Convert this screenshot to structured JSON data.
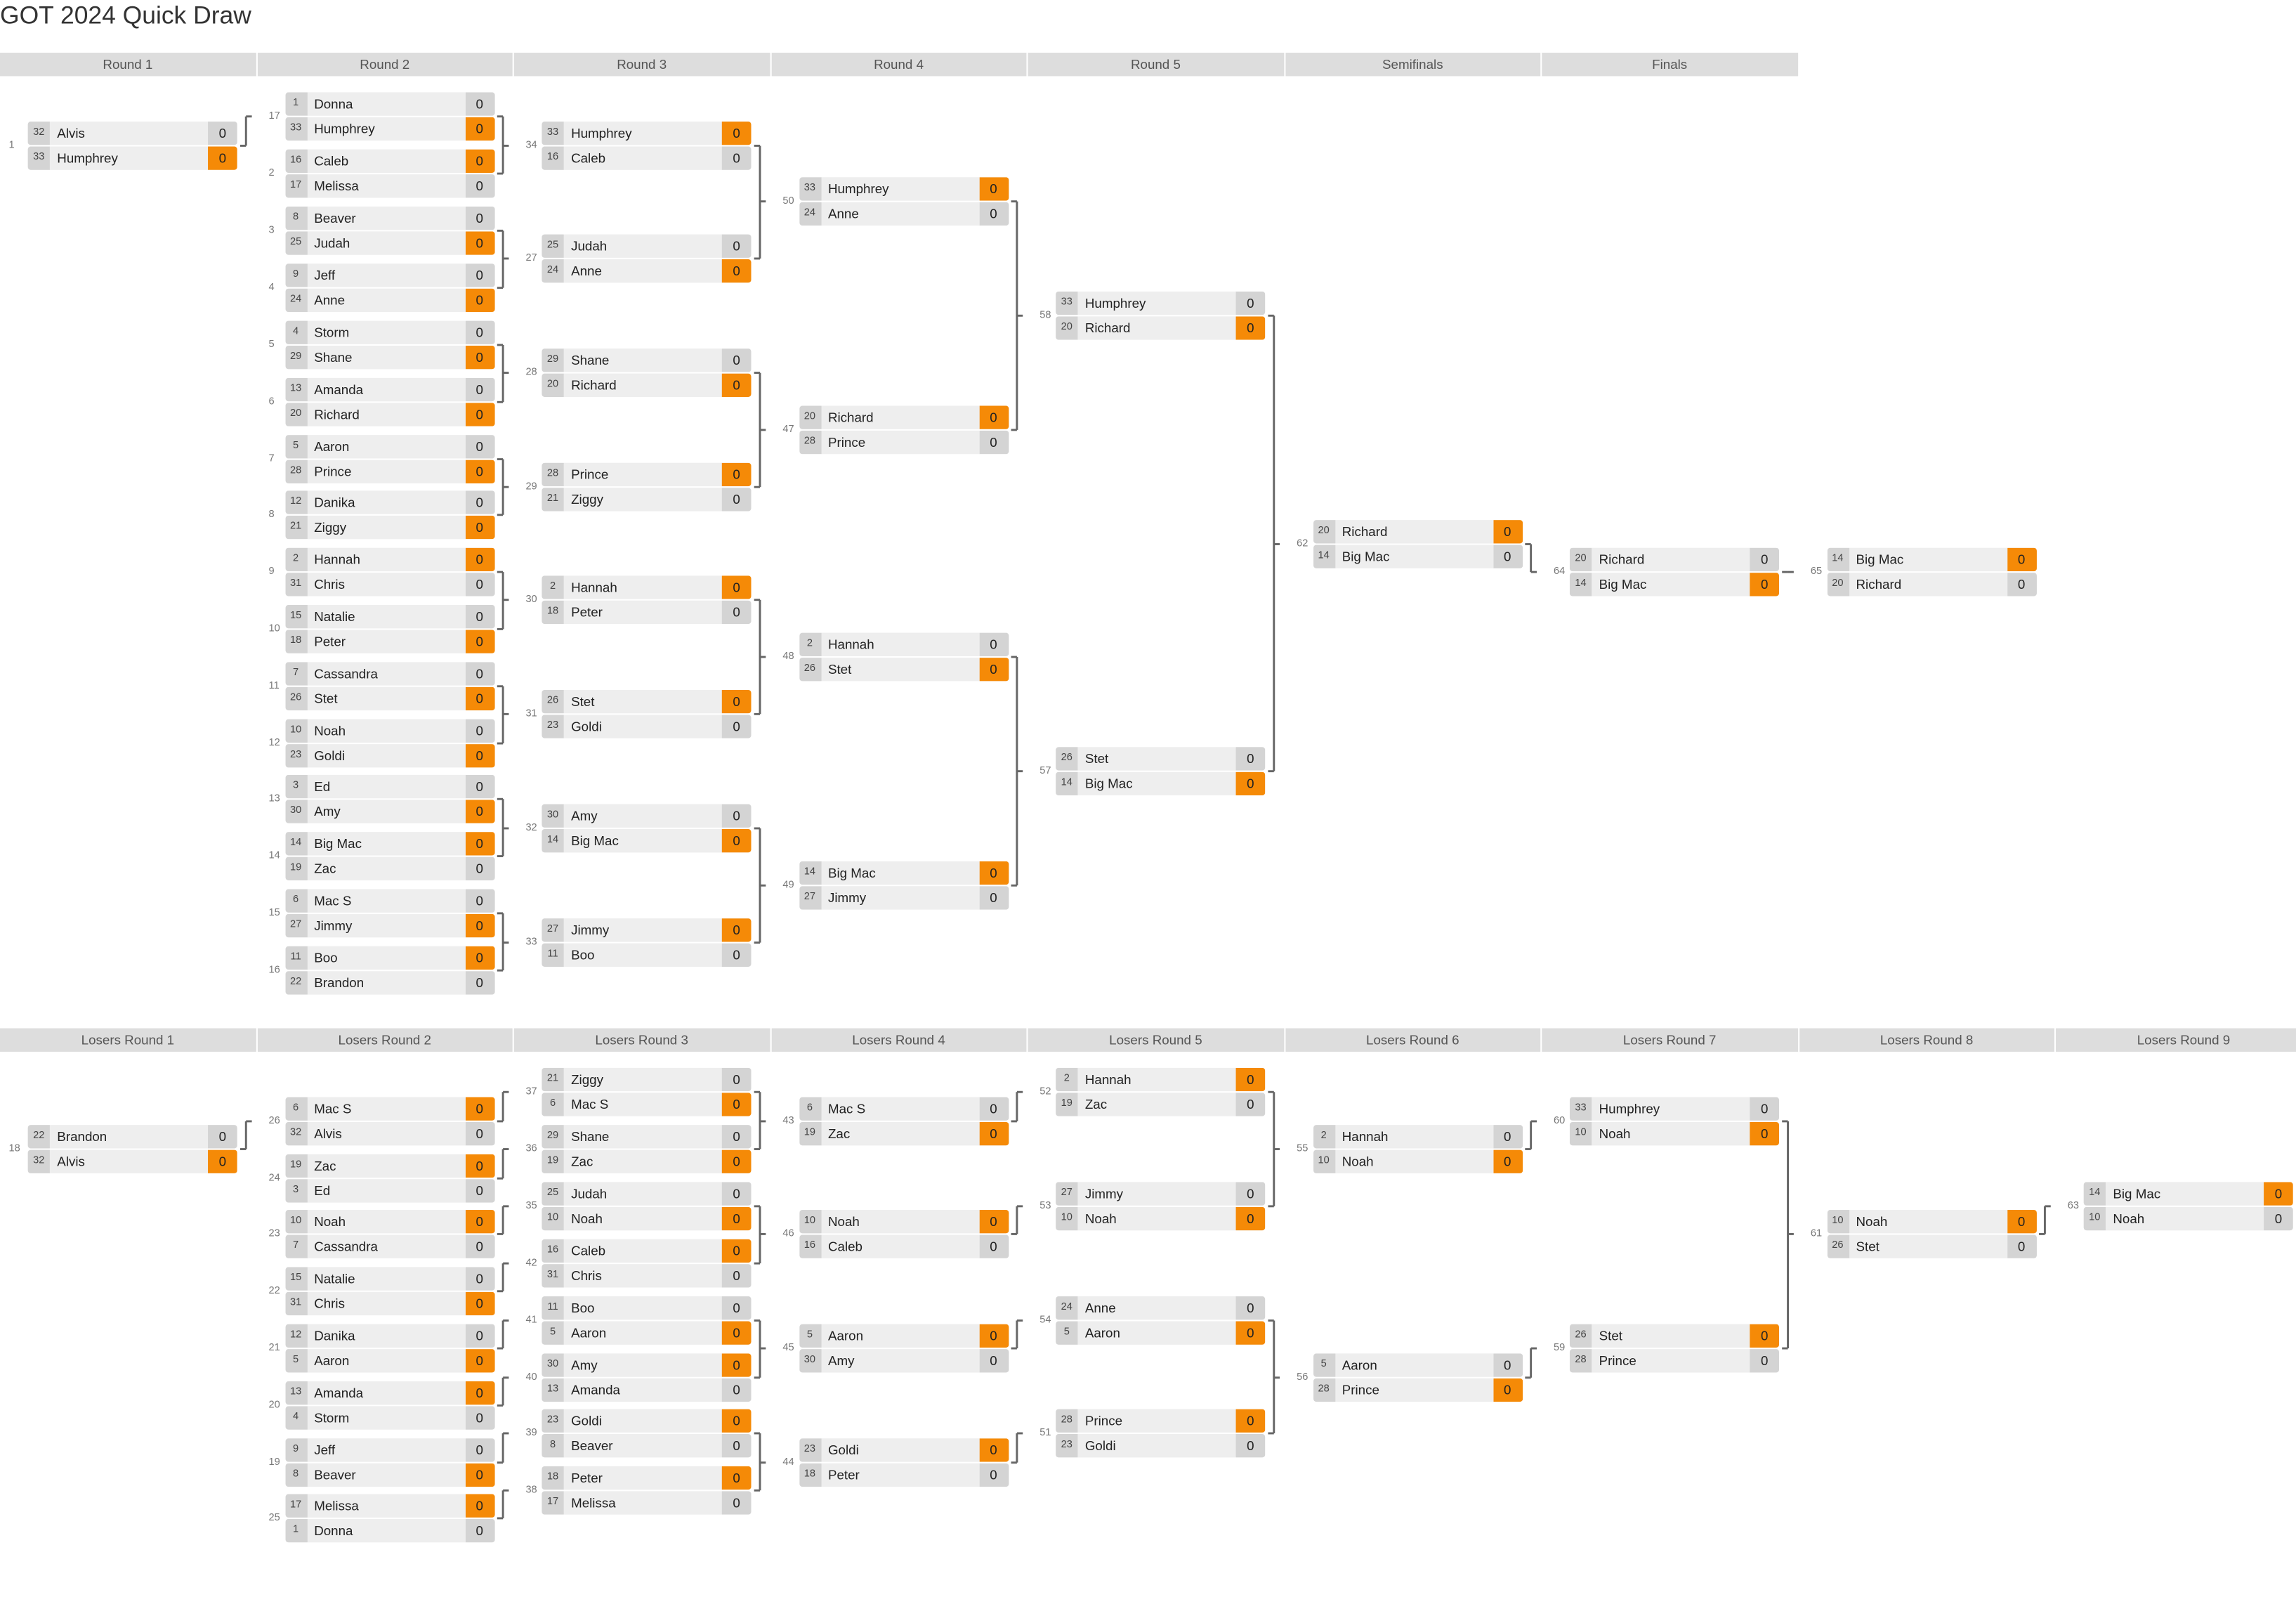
{
  "title": "GOT 2024 Quick Draw",
  "winners_rounds": [
    "Round 1",
    "Round 2",
    "Round 3",
    "Round 4",
    "Round 5",
    "Semifinals",
    "Finals"
  ],
  "losers_rounds": [
    "Losers Round 1",
    "Losers Round 2",
    "Losers Round 3",
    "Losers Round 4",
    "Losers Round 5",
    "Losers Round 6",
    "Losers Round 7",
    "Losers Round 8",
    "Losers Round 9"
  ],
  "colors": {
    "winner_score": "#f58a07",
    "cell": "#eeeeee",
    "seed_cell": "#d4d4d4",
    "header": "#dddddd"
  },
  "matches": [
    {
      "id": "1",
      "p": [
        {
          "seed": "32",
          "name": "Alvis",
          "score": "0",
          "win": false
        },
        {
          "seed": "33",
          "name": "Humphrey",
          "score": "0",
          "win": true
        }
      ]
    },
    {
      "id": "17",
      "p": [
        {
          "seed": "1",
          "name": "Donna",
          "score": "0",
          "win": false
        },
        {
          "seed": "33",
          "name": "Humphrey",
          "score": "0",
          "win": true
        }
      ]
    },
    {
      "id": "2",
      "p": [
        {
          "seed": "16",
          "name": "Caleb",
          "score": "0",
          "win": true
        },
        {
          "seed": "17",
          "name": "Melissa",
          "score": "0",
          "win": false
        }
      ]
    },
    {
      "id": "3",
      "p": [
        {
          "seed": "8",
          "name": "Beaver",
          "score": "0",
          "win": false
        },
        {
          "seed": "25",
          "name": "Judah",
          "score": "0",
          "win": true
        }
      ]
    },
    {
      "id": "4",
      "p": [
        {
          "seed": "9",
          "name": "Jeff",
          "score": "0",
          "win": false
        },
        {
          "seed": "24",
          "name": "Anne",
          "score": "0",
          "win": true
        }
      ]
    },
    {
      "id": "5",
      "p": [
        {
          "seed": "4",
          "name": "Storm",
          "score": "0",
          "win": false
        },
        {
          "seed": "29",
          "name": "Shane",
          "score": "0",
          "win": true
        }
      ]
    },
    {
      "id": "6",
      "p": [
        {
          "seed": "13",
          "name": "Amanda",
          "score": "0",
          "win": false
        },
        {
          "seed": "20",
          "name": "Richard",
          "score": "0",
          "win": true
        }
      ]
    },
    {
      "id": "7",
      "p": [
        {
          "seed": "5",
          "name": "Aaron",
          "score": "0",
          "win": false
        },
        {
          "seed": "28",
          "name": "Prince",
          "score": "0",
          "win": true
        }
      ]
    },
    {
      "id": "8",
      "p": [
        {
          "seed": "12",
          "name": "Danika",
          "score": "0",
          "win": false
        },
        {
          "seed": "21",
          "name": "Ziggy",
          "score": "0",
          "win": true
        }
      ]
    },
    {
      "id": "9",
      "p": [
        {
          "seed": "2",
          "name": "Hannah",
          "score": "0",
          "win": true
        },
        {
          "seed": "31",
          "name": "Chris",
          "score": "0",
          "win": false
        }
      ]
    },
    {
      "id": "10",
      "p": [
        {
          "seed": "15",
          "name": "Natalie",
          "score": "0",
          "win": false
        },
        {
          "seed": "18",
          "name": "Peter",
          "score": "0",
          "win": true
        }
      ]
    },
    {
      "id": "11",
      "p": [
        {
          "seed": "7",
          "name": "Cassandra",
          "score": "0",
          "win": false
        },
        {
          "seed": "26",
          "name": "Stet",
          "score": "0",
          "win": true
        }
      ]
    },
    {
      "id": "12",
      "p": [
        {
          "seed": "10",
          "name": "Noah",
          "score": "0",
          "win": false
        },
        {
          "seed": "23",
          "name": "Goldi",
          "score": "0",
          "win": true
        }
      ]
    },
    {
      "id": "13",
      "p": [
        {
          "seed": "3",
          "name": "Ed",
          "score": "0",
          "win": false
        },
        {
          "seed": "30",
          "name": "Amy",
          "score": "0",
          "win": true
        }
      ]
    },
    {
      "id": "14",
      "p": [
        {
          "seed": "14",
          "name": "Big Mac",
          "score": "0",
          "win": true
        },
        {
          "seed": "19",
          "name": "Zac",
          "score": "0",
          "win": false
        }
      ]
    },
    {
      "id": "15",
      "p": [
        {
          "seed": "6",
          "name": "Mac S",
          "score": "0",
          "win": false
        },
        {
          "seed": "27",
          "name": "Jimmy",
          "score": "0",
          "win": true
        }
      ]
    },
    {
      "id": "16",
      "p": [
        {
          "seed": "11",
          "name": "Boo",
          "score": "0",
          "win": true
        },
        {
          "seed": "22",
          "name": "Brandon",
          "score": "0",
          "win": false
        }
      ]
    },
    {
      "id": "34",
      "p": [
        {
          "seed": "33",
          "name": "Humphrey",
          "score": "0",
          "win": true
        },
        {
          "seed": "16",
          "name": "Caleb",
          "score": "0",
          "win": false
        }
      ]
    },
    {
      "id": "27",
      "p": [
        {
          "seed": "25",
          "name": "Judah",
          "score": "0",
          "win": false
        },
        {
          "seed": "24",
          "name": "Anne",
          "score": "0",
          "win": true
        }
      ]
    },
    {
      "id": "28",
      "p": [
        {
          "seed": "29",
          "name": "Shane",
          "score": "0",
          "win": false
        },
        {
          "seed": "20",
          "name": "Richard",
          "score": "0",
          "win": true
        }
      ]
    },
    {
      "id": "29",
      "p": [
        {
          "seed": "28",
          "name": "Prince",
          "score": "0",
          "win": true
        },
        {
          "seed": "21",
          "name": "Ziggy",
          "score": "0",
          "win": false
        }
      ]
    },
    {
      "id": "30",
      "p": [
        {
          "seed": "2",
          "name": "Hannah",
          "score": "0",
          "win": true
        },
        {
          "seed": "18",
          "name": "Peter",
          "score": "0",
          "win": false
        }
      ]
    },
    {
      "id": "31",
      "p": [
        {
          "seed": "26",
          "name": "Stet",
          "score": "0",
          "win": true
        },
        {
          "seed": "23",
          "name": "Goldi",
          "score": "0",
          "win": false
        }
      ]
    },
    {
      "id": "32",
      "p": [
        {
          "seed": "30",
          "name": "Amy",
          "score": "0",
          "win": false
        },
        {
          "seed": "14",
          "name": "Big Mac",
          "score": "0",
          "win": true
        }
      ]
    },
    {
      "id": "33",
      "p": [
        {
          "seed": "27",
          "name": "Jimmy",
          "score": "0",
          "win": true
        },
        {
          "seed": "11",
          "name": "Boo",
          "score": "0",
          "win": false
        }
      ]
    },
    {
      "id": "50",
      "p": [
        {
          "seed": "33",
          "name": "Humphrey",
          "score": "0",
          "win": true
        },
        {
          "seed": "24",
          "name": "Anne",
          "score": "0",
          "win": false
        }
      ]
    },
    {
      "id": "47",
      "p": [
        {
          "seed": "20",
          "name": "Richard",
          "score": "0",
          "win": true
        },
        {
          "seed": "28",
          "name": "Prince",
          "score": "0",
          "win": false
        }
      ]
    },
    {
      "id": "48",
      "p": [
        {
          "seed": "2",
          "name": "Hannah",
          "score": "0",
          "win": false
        },
        {
          "seed": "26",
          "name": "Stet",
          "score": "0",
          "win": true
        }
      ]
    },
    {
      "id": "49",
      "p": [
        {
          "seed": "14",
          "name": "Big Mac",
          "score": "0",
          "win": true
        },
        {
          "seed": "27",
          "name": "Jimmy",
          "score": "0",
          "win": false
        }
      ]
    },
    {
      "id": "58",
      "p": [
        {
          "seed": "33",
          "name": "Humphrey",
          "score": "0",
          "win": false
        },
        {
          "seed": "20",
          "name": "Richard",
          "score": "0",
          "win": true
        }
      ]
    },
    {
      "id": "57",
      "p": [
        {
          "seed": "26",
          "name": "Stet",
          "score": "0",
          "win": false
        },
        {
          "seed": "14",
          "name": "Big Mac",
          "score": "0",
          "win": true
        }
      ]
    },
    {
      "id": "62",
      "p": [
        {
          "seed": "20",
          "name": "Richard",
          "score": "0",
          "win": true
        },
        {
          "seed": "14",
          "name": "Big Mac",
          "score": "0",
          "win": false
        }
      ]
    },
    {
      "id": "64",
      "p": [
        {
          "seed": "20",
          "name": "Richard",
          "score": "0",
          "win": false
        },
        {
          "seed": "14",
          "name": "Big Mac",
          "score": "0",
          "win": true
        }
      ]
    },
    {
      "id": "65",
      "p": [
        {
          "seed": "14",
          "name": "Big Mac",
          "score": "0",
          "win": true
        },
        {
          "seed": "20",
          "name": "Richard",
          "score": "0",
          "win": false
        }
      ]
    },
    {
      "id": "18",
      "p": [
        {
          "seed": "22",
          "name": "Brandon",
          "score": "0",
          "win": false
        },
        {
          "seed": "32",
          "name": "Alvis",
          "score": "0",
          "win": true
        }
      ]
    },
    {
      "id": "26",
      "p": [
        {
          "seed": "6",
          "name": "Mac S",
          "score": "0",
          "win": true
        },
        {
          "seed": "32",
          "name": "Alvis",
          "score": "0",
          "win": false
        }
      ]
    },
    {
      "id": "24",
      "p": [
        {
          "seed": "19",
          "name": "Zac",
          "score": "0",
          "win": true
        },
        {
          "seed": "3",
          "name": "Ed",
          "score": "0",
          "win": false
        }
      ]
    },
    {
      "id": "23",
      "p": [
        {
          "seed": "10",
          "name": "Noah",
          "score": "0",
          "win": true
        },
        {
          "seed": "7",
          "name": "Cassandra",
          "score": "0",
          "win": false
        }
      ]
    },
    {
      "id": "22",
      "p": [
        {
          "seed": "15",
          "name": "Natalie",
          "score": "0",
          "win": false
        },
        {
          "seed": "31",
          "name": "Chris",
          "score": "0",
          "win": true
        }
      ]
    },
    {
      "id": "21",
      "p": [
        {
          "seed": "12",
          "name": "Danika",
          "score": "0",
          "win": false
        },
        {
          "seed": "5",
          "name": "Aaron",
          "score": "0",
          "win": true
        }
      ]
    },
    {
      "id": "20",
      "p": [
        {
          "seed": "13",
          "name": "Amanda",
          "score": "0",
          "win": true
        },
        {
          "seed": "4",
          "name": "Storm",
          "score": "0",
          "win": false
        }
      ]
    },
    {
      "id": "19",
      "p": [
        {
          "seed": "9",
          "name": "Jeff",
          "score": "0",
          "win": false
        },
        {
          "seed": "8",
          "name": "Beaver",
          "score": "0",
          "win": true
        }
      ]
    },
    {
      "id": "25",
      "p": [
        {
          "seed": "17",
          "name": "Melissa",
          "score": "0",
          "win": true
        },
        {
          "seed": "1",
          "name": "Donna",
          "score": "0",
          "win": false
        }
      ]
    },
    {
      "id": "37",
      "p": [
        {
          "seed": "21",
          "name": "Ziggy",
          "score": "0",
          "win": false
        },
        {
          "seed": "6",
          "name": "Mac S",
          "score": "0",
          "win": true
        }
      ]
    },
    {
      "id": "36",
      "p": [
        {
          "seed": "29",
          "name": "Shane",
          "score": "0",
          "win": false
        },
        {
          "seed": "19",
          "name": "Zac",
          "score": "0",
          "win": true
        }
      ]
    },
    {
      "id": "35",
      "p": [
        {
          "seed": "25",
          "name": "Judah",
          "score": "0",
          "win": false
        },
        {
          "seed": "10",
          "name": "Noah",
          "score": "0",
          "win": true
        }
      ]
    },
    {
      "id": "42",
      "p": [
        {
          "seed": "16",
          "name": "Caleb",
          "score": "0",
          "win": true
        },
        {
          "seed": "31",
          "name": "Chris",
          "score": "0",
          "win": false
        }
      ]
    },
    {
      "id": "41",
      "p": [
        {
          "seed": "11",
          "name": "Boo",
          "score": "0",
          "win": false
        },
        {
          "seed": "5",
          "name": "Aaron",
          "score": "0",
          "win": true
        }
      ]
    },
    {
      "id": "40",
      "p": [
        {
          "seed": "30",
          "name": "Amy",
          "score": "0",
          "win": true
        },
        {
          "seed": "13",
          "name": "Amanda",
          "score": "0",
          "win": false
        }
      ]
    },
    {
      "id": "39",
      "p": [
        {
          "seed": "23",
          "name": "Goldi",
          "score": "0",
          "win": true
        },
        {
          "seed": "8",
          "name": "Beaver",
          "score": "0",
          "win": false
        }
      ]
    },
    {
      "id": "38",
      "p": [
        {
          "seed": "18",
          "name": "Peter",
          "score": "0",
          "win": true
        },
        {
          "seed": "17",
          "name": "Melissa",
          "score": "0",
          "win": false
        }
      ]
    },
    {
      "id": "43",
      "p": [
        {
          "seed": "6",
          "name": "Mac S",
          "score": "0",
          "win": false
        },
        {
          "seed": "19",
          "name": "Zac",
          "score": "0",
          "win": true
        }
      ]
    },
    {
      "id": "46",
      "p": [
        {
          "seed": "10",
          "name": "Noah",
          "score": "0",
          "win": true
        },
        {
          "seed": "16",
          "name": "Caleb",
          "score": "0",
          "win": false
        }
      ]
    },
    {
      "id": "45",
      "p": [
        {
          "seed": "5",
          "name": "Aaron",
          "score": "0",
          "win": true
        },
        {
          "seed": "30",
          "name": "Amy",
          "score": "0",
          "win": false
        }
      ]
    },
    {
      "id": "44",
      "p": [
        {
          "seed": "23",
          "name": "Goldi",
          "score": "0",
          "win": true
        },
        {
          "seed": "18",
          "name": "Peter",
          "score": "0",
          "win": false
        }
      ]
    },
    {
      "id": "52",
      "p": [
        {
          "seed": "2",
          "name": "Hannah",
          "score": "0",
          "win": true
        },
        {
          "seed": "19",
          "name": "Zac",
          "score": "0",
          "win": false
        }
      ]
    },
    {
      "id": "53",
      "p": [
        {
          "seed": "27",
          "name": "Jimmy",
          "score": "0",
          "win": false
        },
        {
          "seed": "10",
          "name": "Noah",
          "score": "0",
          "win": true
        }
      ]
    },
    {
      "id": "54",
      "p": [
        {
          "seed": "24",
          "name": "Anne",
          "score": "0",
          "win": false
        },
        {
          "seed": "5",
          "name": "Aaron",
          "score": "0",
          "win": true
        }
      ]
    },
    {
      "id": "51",
      "p": [
        {
          "seed": "28",
          "name": "Prince",
          "score": "0",
          "win": true
        },
        {
          "seed": "23",
          "name": "Goldi",
          "score": "0",
          "win": false
        }
      ]
    },
    {
      "id": "55",
      "p": [
        {
          "seed": "2",
          "name": "Hannah",
          "score": "0",
          "win": false
        },
        {
          "seed": "10",
          "name": "Noah",
          "score": "0",
          "win": true
        }
      ]
    },
    {
      "id": "56",
      "p": [
        {
          "seed": "5",
          "name": "Aaron",
          "score": "0",
          "win": false
        },
        {
          "seed": "28",
          "name": "Prince",
          "score": "0",
          "win": true
        }
      ]
    },
    {
      "id": "60",
      "p": [
        {
          "seed": "33",
          "name": "Humphrey",
          "score": "0",
          "win": false
        },
        {
          "seed": "10",
          "name": "Noah",
          "score": "0",
          "win": true
        }
      ]
    },
    {
      "id": "59",
      "p": [
        {
          "seed": "26",
          "name": "Stet",
          "score": "0",
          "win": true
        },
        {
          "seed": "28",
          "name": "Prince",
          "score": "0",
          "win": false
        }
      ]
    },
    {
      "id": "61",
      "p": [
        {
          "seed": "10",
          "name": "Noah",
          "score": "0",
          "win": true
        },
        {
          "seed": "26",
          "name": "Stet",
          "score": "0",
          "win": false
        }
      ]
    },
    {
      "id": "63",
      "p": [
        {
          "seed": "14",
          "name": "Big Mac",
          "score": "0",
          "win": true
        },
        {
          "seed": "10",
          "name": "Noah",
          "score": "0",
          "win": false
        }
      ]
    }
  ]
}
